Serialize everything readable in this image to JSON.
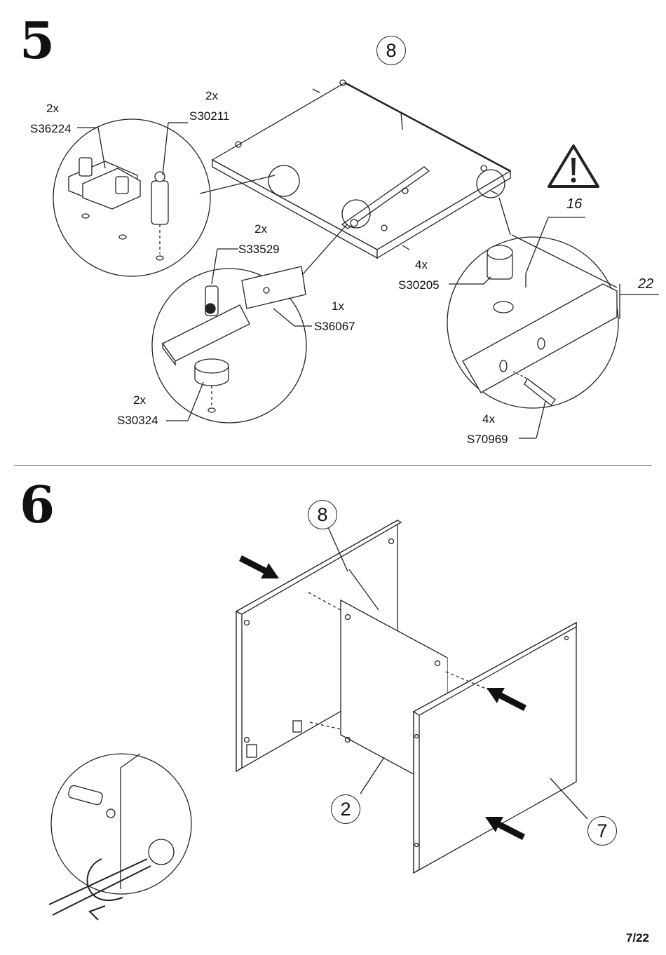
{
  "step5": {
    "number": "5",
    "panel_callout": "8",
    "parts": [
      {
        "qty": "2x",
        "code": "S36224"
      },
      {
        "qty": "2x",
        "code": "S30211"
      },
      {
        "qty": "2x",
        "code": "S33529"
      },
      {
        "qty": "1x",
        "code": "S36067"
      },
      {
        "qty": "2x",
        "code": "S30324"
      },
      {
        "qty": "4x",
        "code": "S30205"
      },
      {
        "qty": "4x",
        "code": "S70969"
      }
    ],
    "dimensions": {
      "cam_depth": "16",
      "panel_thickness": "22"
    }
  },
  "step6": {
    "number": "6",
    "callouts": [
      "8",
      "2",
      "7"
    ]
  },
  "page": "7/22"
}
